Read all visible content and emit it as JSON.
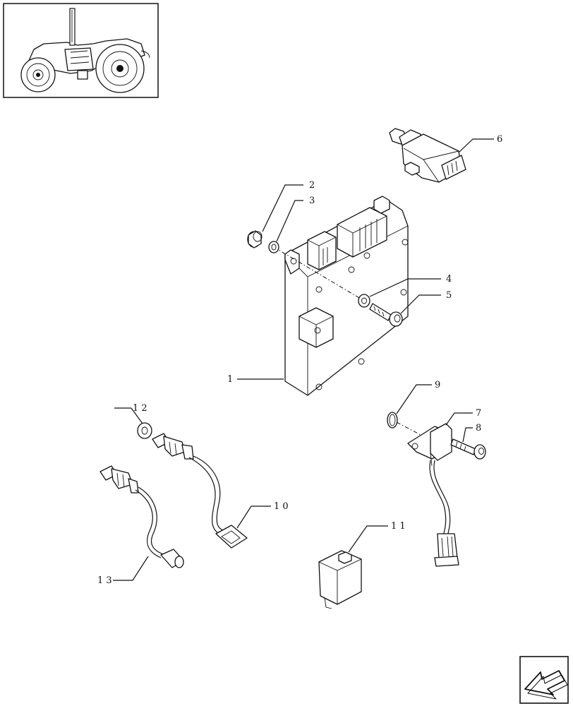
{
  "callouts": {
    "c1": "1",
    "c2": "2",
    "c3": "3",
    "c4": "4",
    "c5": "5",
    "c6": "6",
    "c7": "7",
    "c8": "8",
    "c9": "9",
    "c10": "1 0",
    "c11": "1 1",
    "c12": "1 2",
    "c13": "1 3"
  },
  "icons": {
    "thumbnail": "tractor-thumbnail-icon",
    "navigation": "next-page-arrow-icon"
  },
  "colors": {
    "ink": "#111111",
    "background": "#ffffff"
  }
}
